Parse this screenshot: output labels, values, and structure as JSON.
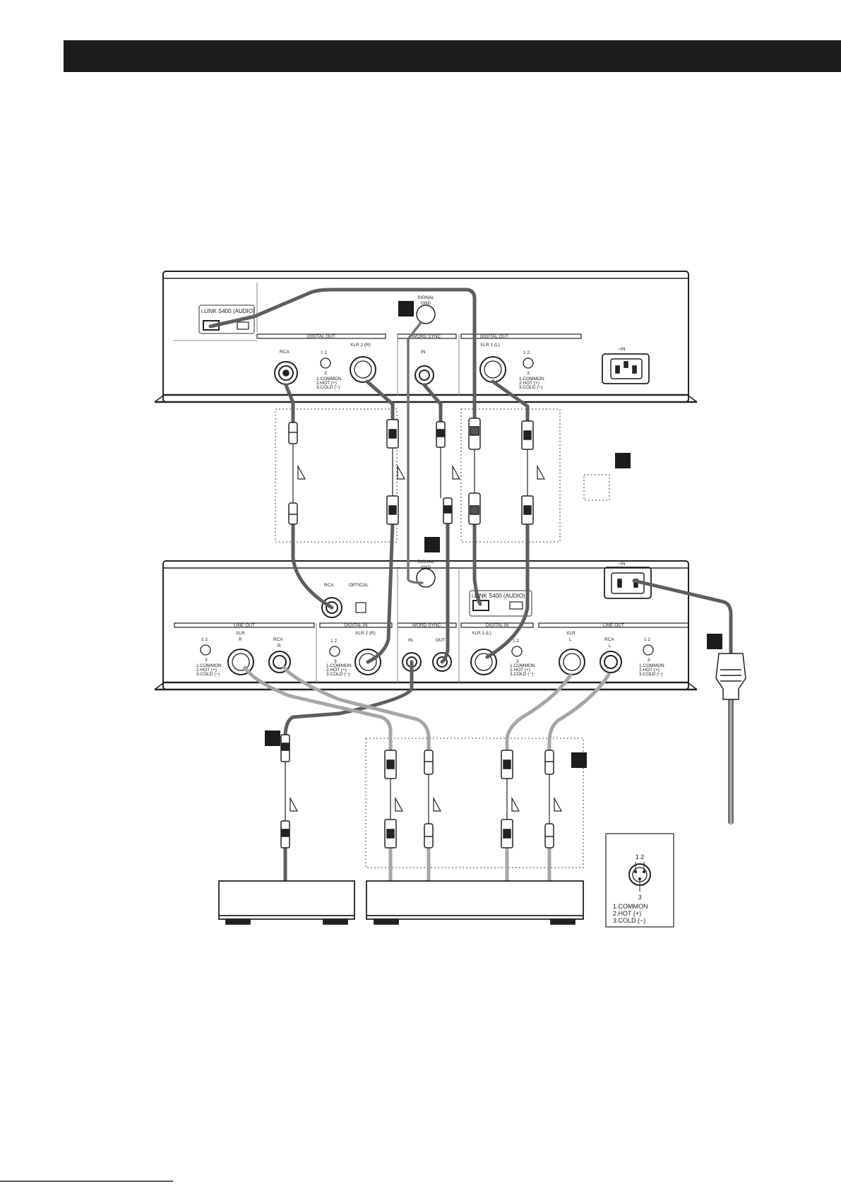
{
  "top_unit": {
    "ilink_label": "i.LINK S400 (AUDIO)",
    "signal_gnd": [
      "SIGNAL",
      "GND"
    ],
    "sections": {
      "digital_out_left": "DIGITAL OUT",
      "word_sync": "WORD SYNC",
      "digital_out_right": "DIGITAL OUT"
    },
    "rca": "RCA",
    "xlr2": "XLR 2 (R)",
    "xlr1": "XLR 1 (L)",
    "in": "IN",
    "ac_in": "~IN",
    "pin_nums": "1  2",
    "pin_three": "3",
    "pin_desc": [
      "1.COMMON",
      "2.HOT (+)",
      "3.COLD (−)"
    ]
  },
  "bottom_unit": {
    "rca": "RCA",
    "optical": "OPTICAL",
    "signal_gnd": [
      "SIGNAL",
      "GND"
    ],
    "ilink_label": "i.LINK S400 (AUDIO)",
    "ac_in": "~IN",
    "sections": {
      "line_out_left": "LINE OUT",
      "digital_in_left": "DIGITAL IN",
      "word_sync": "WORD SYNC",
      "digital_in_right": "DIGITAL IN",
      "line_out_right": "LINE OUT"
    },
    "xlr_r_title": "XLR",
    "xlr_r_sub": "R",
    "rca_r_title": "RCA",
    "rca_r_sub": "R",
    "xlr2": "XLR 2 (R)",
    "in": "IN",
    "out": "OUT",
    "xlr1": "XLR 1 (L)",
    "xlr_l_title": "XLR",
    "xlr_l_sub": "L",
    "rca_l_title": "RCA",
    "rca_l_sub": "L",
    "pin_nums": "1  2",
    "pin_three": "3",
    "pin_desc": [
      "1.COMMON",
      "2.HOT (+)",
      "3.COLD (−)"
    ]
  },
  "pin_legend": {
    "pins_top": "1  2",
    "pin_bottom": "3",
    "lines": [
      "1.COMMON",
      "2.HOT (+)",
      "3.COLD (−)"
    ]
  }
}
